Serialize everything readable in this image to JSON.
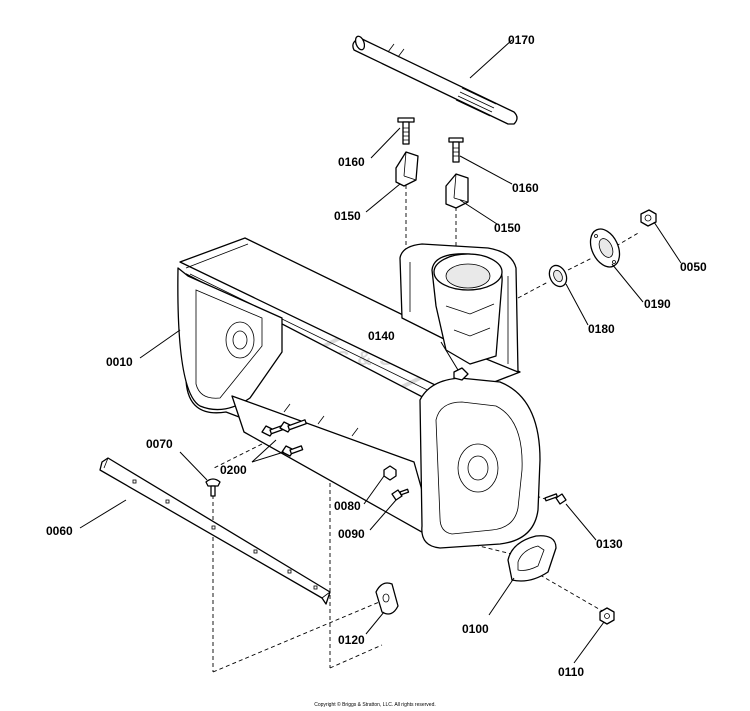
{
  "parts": [
    {
      "id": "p0170",
      "label": "0170",
      "name": "shaft"
    },
    {
      "id": "p0160a",
      "label": "0160",
      "name": "carriage bolt"
    },
    {
      "id": "p0160b",
      "label": "0160",
      "name": "carriage bolt"
    },
    {
      "id": "p0150a",
      "label": "0150",
      "name": "skid bracket"
    },
    {
      "id": "p0150b",
      "label": "0150",
      "name": "skid bracket"
    },
    {
      "id": "p0050",
      "label": "0050",
      "name": "nut"
    },
    {
      "id": "p0190",
      "label": "0190",
      "name": "bearing flange"
    },
    {
      "id": "p0180",
      "label": "0180",
      "name": "bearing"
    },
    {
      "id": "p0140",
      "label": "0140",
      "name": "chute adapter"
    },
    {
      "id": "p0010",
      "label": "0010",
      "name": "auger housing"
    },
    {
      "id": "p0070",
      "label": "0070",
      "name": "carriage bolt"
    },
    {
      "id": "p0200",
      "label": "0200",
      "name": "bolts"
    },
    {
      "id": "p0060",
      "label": "0060",
      "name": "scraper bar"
    },
    {
      "id": "p0080",
      "label": "0080",
      "name": "nut"
    },
    {
      "id": "p0090",
      "label": "0090",
      "name": "bolt"
    },
    {
      "id": "p0130",
      "label": "0130",
      "name": "bolt"
    },
    {
      "id": "p0100",
      "label": "0100",
      "name": "skid shoe"
    },
    {
      "id": "p0120",
      "label": "0120",
      "name": "skid"
    },
    {
      "id": "p0110",
      "label": "0110",
      "name": "nut"
    }
  ],
  "watermark": "BRIGGS & STRATTON",
  "copyright": "Copyright © Briggs & Stratton, LLC. All rights reserved.",
  "colors": {
    "line": "#000000",
    "background": "#ffffff",
    "watermark": "#cfcfcf"
  }
}
